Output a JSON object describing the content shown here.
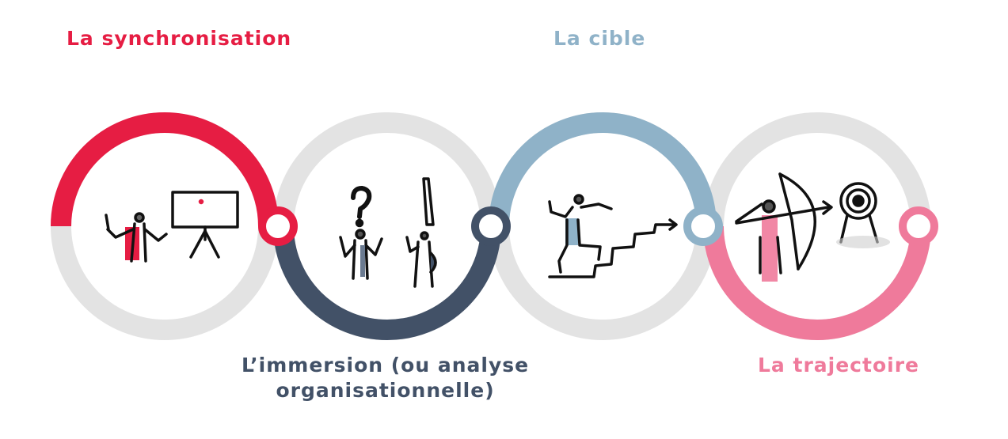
{
  "steps": [
    {
      "label": "La synchronisation",
      "color": "#e61d43",
      "icon": "presenter-whiteboard-icon"
    },
    {
      "label_line1": "L’immersion (ou analyse",
      "label_line2": "organisationnelle)",
      "color": "#425167",
      "icon": "question-exclamation-people-icon"
    },
    {
      "label": "La cible",
      "color": "#8fb2c8",
      "icon": "person-climbing-stairs-icon"
    },
    {
      "label": "La trajectoire",
      "color": "#ef7a9b",
      "icon": "archer-target-icon"
    }
  ],
  "ring_base_color": "#e3e3e3"
}
